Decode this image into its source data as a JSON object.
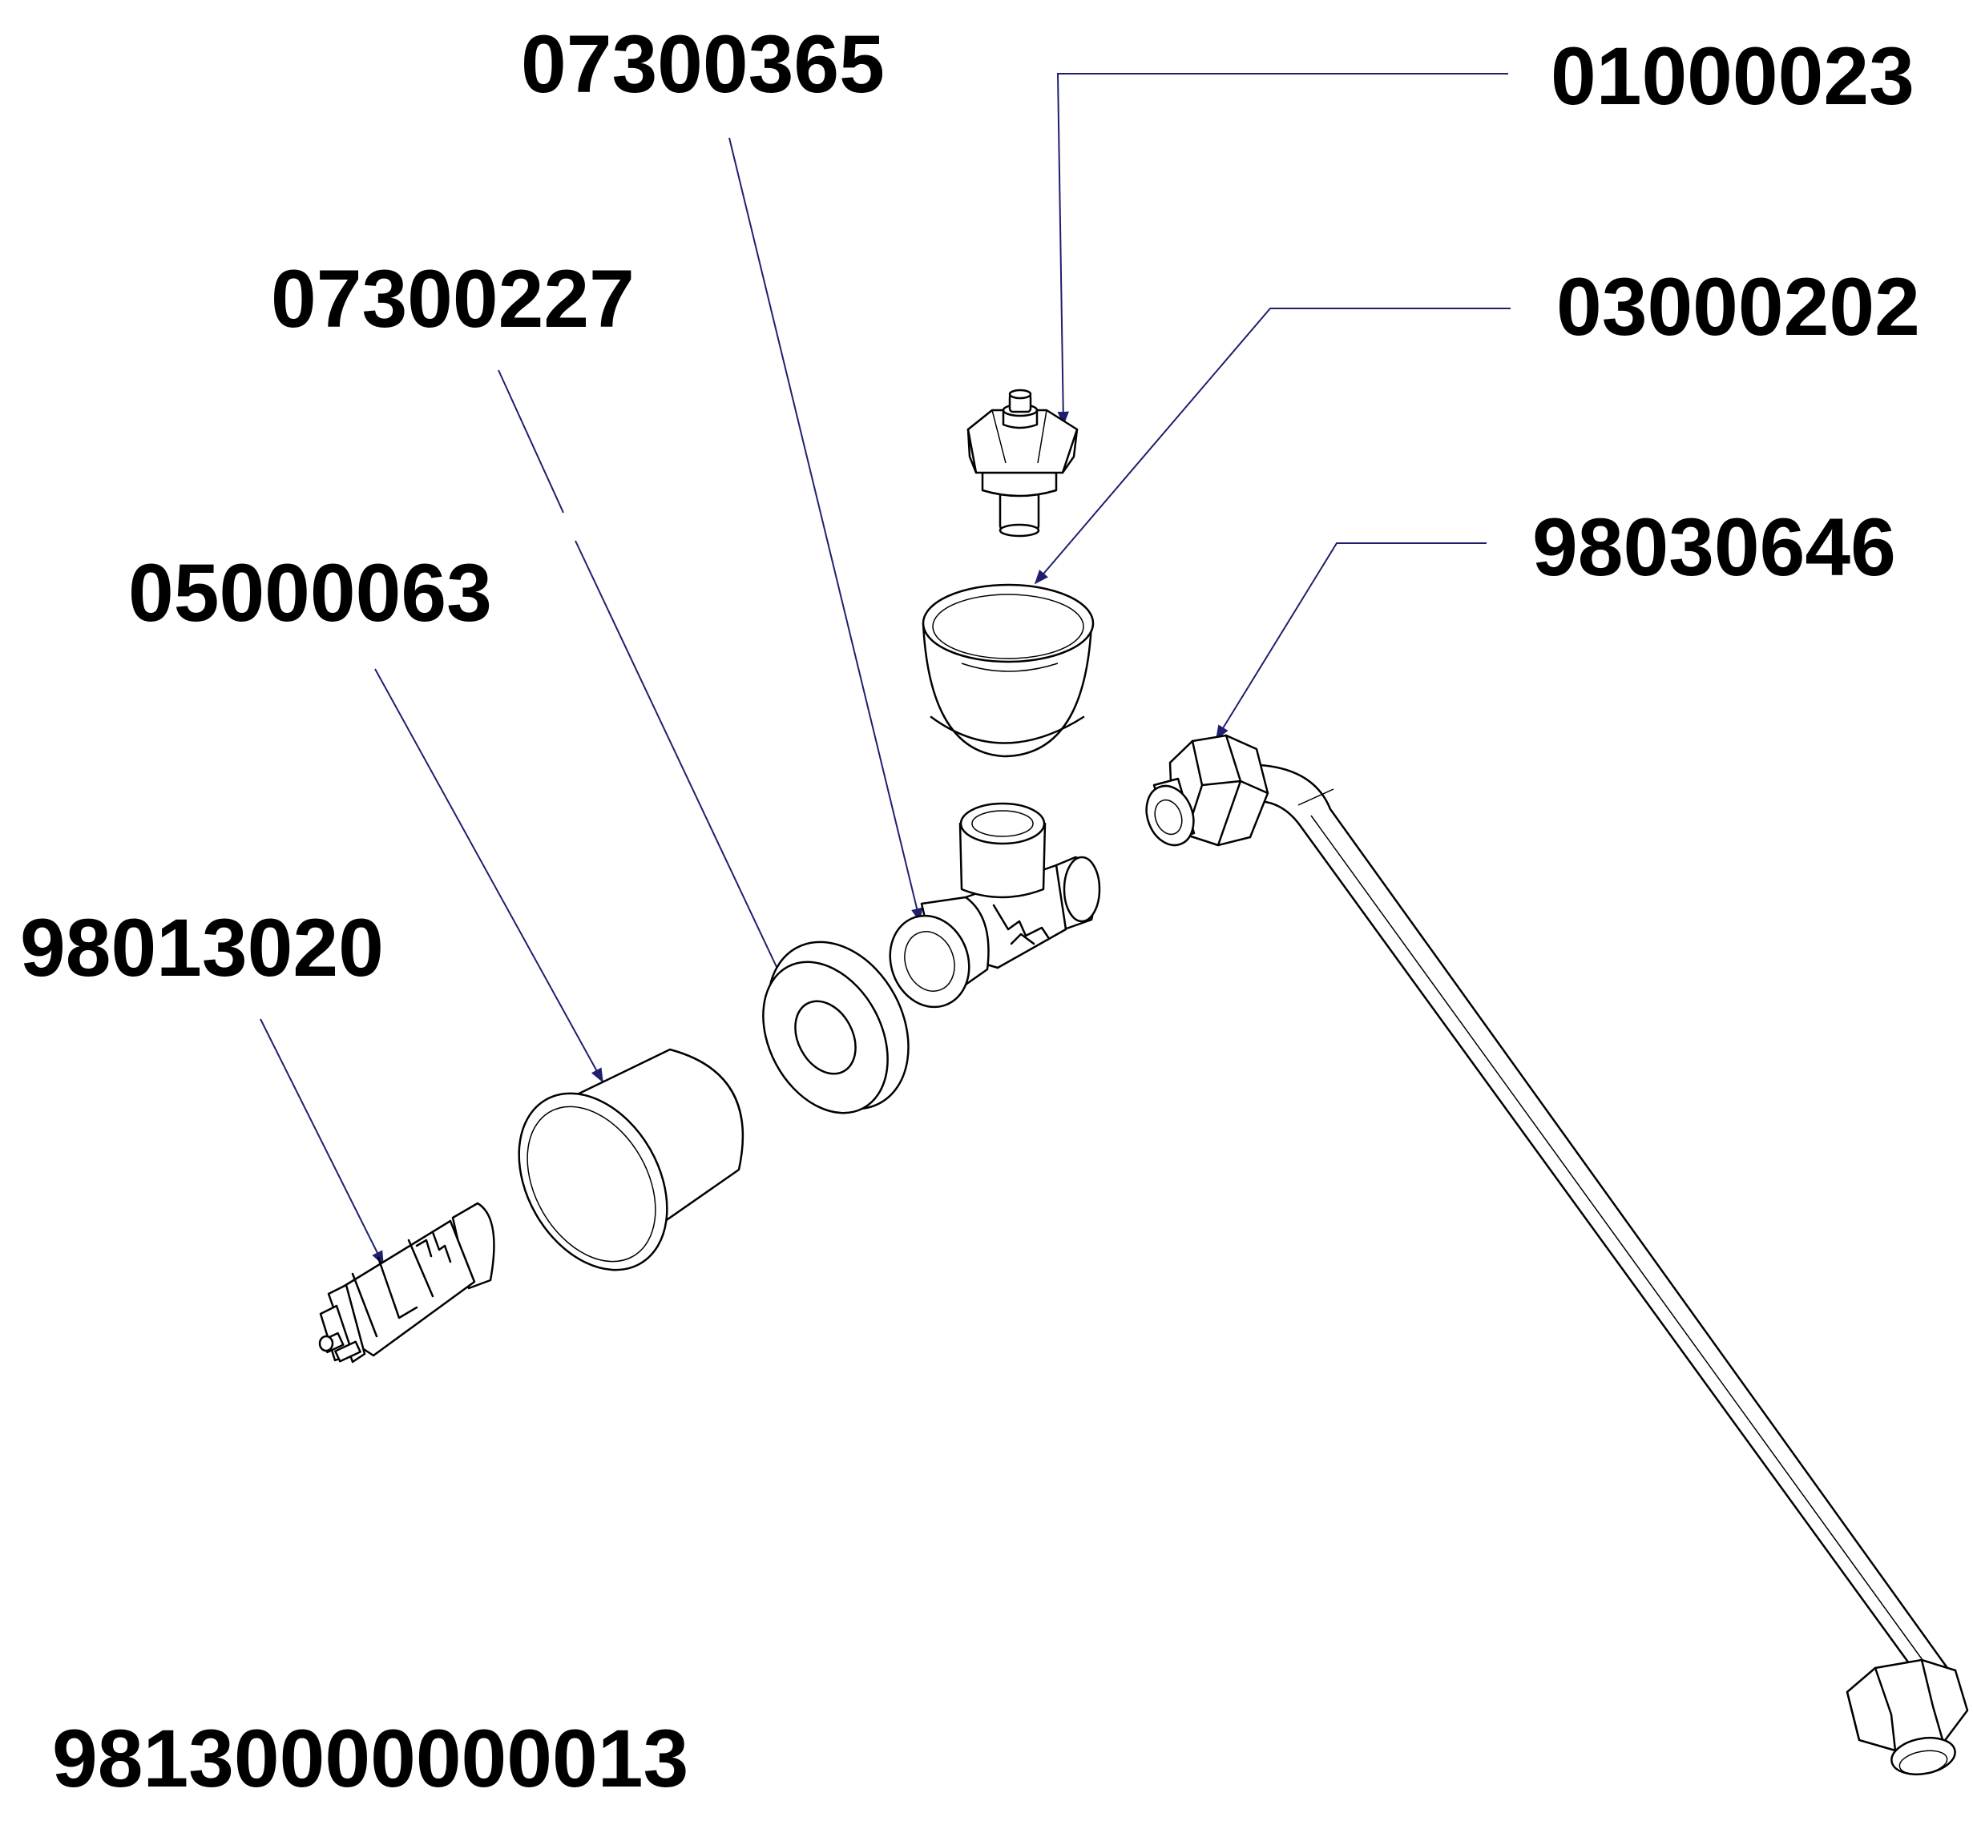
{
  "assembly_number": "98130000000013",
  "colors": {
    "leader_line": "#1f1f6e",
    "outline": "#000000",
    "background": "#ffffff"
  },
  "parts": [
    {
      "id": "p1",
      "number": "07300365",
      "description_icon": "tee-fitting-icon"
    },
    {
      "id": "p2",
      "number": "01000023",
      "description_icon": "hex-nipple-icon"
    },
    {
      "id": "p3",
      "number": "07300227",
      "description_icon": "washer-icon"
    },
    {
      "id": "p4",
      "number": "03000202",
      "description_icon": "cup-icon"
    },
    {
      "id": "p5",
      "number": "98030646",
      "description_icon": "bent-tube-icon"
    },
    {
      "id": "p6",
      "number": "05000063",
      "description_icon": "sleeve-icon"
    },
    {
      "id": "p7",
      "number": "98013020",
      "description_icon": "valve-cartridge-icon"
    }
  ]
}
